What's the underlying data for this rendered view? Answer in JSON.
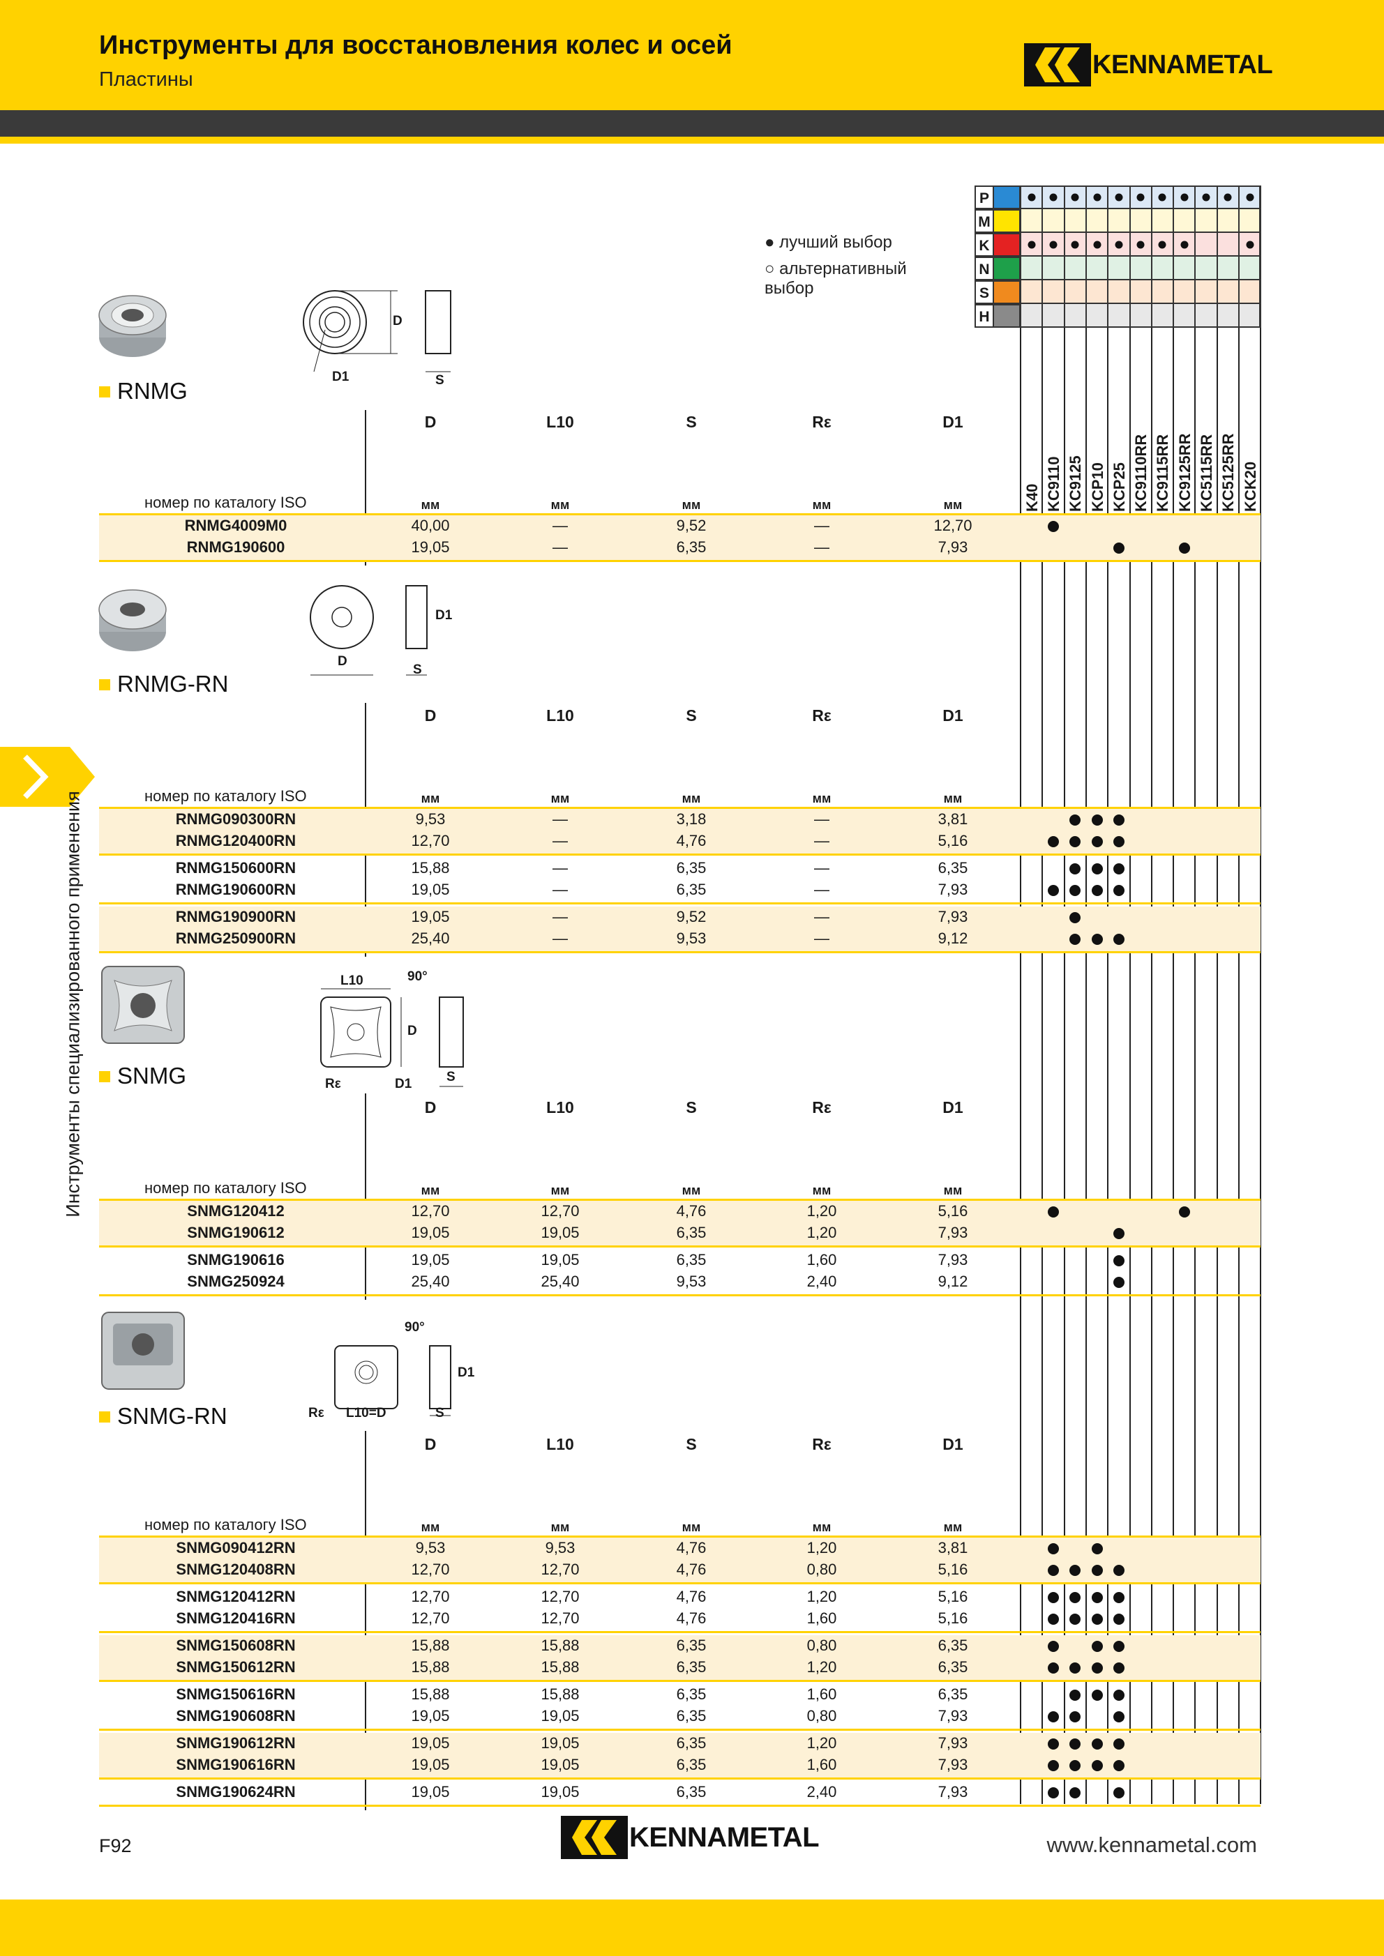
{
  "header": {
    "title": "Инструменты для восстановления колес и осей",
    "subtitle": "Пластины",
    "brand": "KENNAMETAL"
  },
  "side_label": "Инструменты специализированного применения",
  "legend": {
    "best_choice": "лучший выбор",
    "alternative_line1": "альтернативный",
    "alternative_line2": "выбор"
  },
  "materials": [
    {
      "code": "P",
      "color": "#2a8ad4",
      "row_color": "#dce8f5"
    },
    {
      "code": "M",
      "color": "#ffe400",
      "row_color": "#fff8d6"
    },
    {
      "code": "K",
      "color": "#e42222",
      "row_color": "#fbe0de"
    },
    {
      "code": "N",
      "color": "#1ea04a",
      "row_color": "#e0f1e4"
    },
    {
      "code": "S",
      "color": "#f08a1e",
      "row_color": "#fde6d2"
    },
    {
      "code": "H",
      "color": "#8a8a8a",
      "row_color": "#e8e8e8"
    }
  ],
  "material_marks": {
    "P": [
      0,
      1,
      2,
      3,
      4,
      5,
      6,
      7,
      8,
      9,
      10
    ],
    "M": [],
    "K": [
      0,
      1,
      2,
      3,
      4,
      5,
      6,
      7,
      10
    ],
    "N": [],
    "S": [],
    "H": []
  },
  "grades": [
    "K40",
    "KC9110",
    "KC9125",
    "KCP10",
    "KCP25",
    "KC9110RR",
    "KC9115RR",
    "KC9125RR",
    "KC5115RR",
    "KC5125RR",
    "KCK20"
  ],
  "columns": [
    "D",
    "L10",
    "S",
    "Rε",
    "D1"
  ],
  "unit": "мм",
  "iso_label": "номер по каталогу ISO",
  "sections": [
    {
      "name": "RNMG",
      "rows": [
        {
          "iso": "RNMG4009M0",
          "D": "40,00",
          "L10": "—",
          "S": "9,52",
          "R": "—",
          "D1": "12,70",
          "marks": [
            1
          ]
        },
        {
          "iso": "RNMG190600",
          "D": "19,05",
          "L10": "—",
          "S": "6,35",
          "R": "—",
          "D1": "7,93",
          "marks": [
            4,
            7
          ]
        }
      ]
    },
    {
      "name": "RNMG-RN",
      "rows": [
        {
          "iso": "RNMG090300RN",
          "D": "9,53",
          "L10": "—",
          "S": "3,18",
          "R": "—",
          "D1": "3,81",
          "marks": [
            2,
            3,
            4
          ]
        },
        {
          "iso": "RNMG120400RN",
          "D": "12,70",
          "L10": "—",
          "S": "4,76",
          "R": "—",
          "D1": "5,16",
          "marks": [
            1,
            2,
            3,
            4
          ]
        },
        {
          "iso": "RNMG150600RN",
          "D": "15,88",
          "L10": "—",
          "S": "6,35",
          "R": "—",
          "D1": "6,35",
          "marks": [
            2,
            3,
            4
          ]
        },
        {
          "iso": "RNMG190600RN",
          "D": "19,05",
          "L10": "—",
          "S": "6,35",
          "R": "—",
          "D1": "7,93",
          "marks": [
            1,
            2,
            3,
            4
          ]
        },
        {
          "iso": "RNMG190900RN",
          "D": "19,05",
          "L10": "—",
          "S": "9,52",
          "R": "—",
          "D1": "7,93",
          "marks": [
            2
          ]
        },
        {
          "iso": "RNMG250900RN",
          "D": "25,40",
          "L10": "—",
          "S": "9,53",
          "R": "—",
          "D1": "9,12",
          "marks": [
            2,
            3,
            4
          ]
        }
      ]
    },
    {
      "name": "SNMG",
      "rows": [
        {
          "iso": "SNMG120412",
          "D": "12,70",
          "L10": "12,70",
          "S": "4,76",
          "R": "1,20",
          "D1": "5,16",
          "marks": [
            1,
            7
          ]
        },
        {
          "iso": "SNMG190612",
          "D": "19,05",
          "L10": "19,05",
          "S": "6,35",
          "R": "1,20",
          "D1": "7,93",
          "marks": [
            4
          ]
        },
        {
          "iso": "SNMG190616",
          "D": "19,05",
          "L10": "19,05",
          "S": "6,35",
          "R": "1,60",
          "D1": "7,93",
          "marks": [
            4
          ]
        },
        {
          "iso": "SNMG250924",
          "D": "25,40",
          "L10": "25,40",
          "S": "9,53",
          "R": "2,40",
          "D1": "9,12",
          "marks": [
            4
          ]
        }
      ]
    },
    {
      "name": "SNMG-RN",
      "rows": [
        {
          "iso": "SNMG090412RN",
          "D": "9,53",
          "L10": "9,53",
          "S": "4,76",
          "R": "1,20",
          "D1": "3,81",
          "marks": [
            1,
            3
          ]
        },
        {
          "iso": "SNMG120408RN",
          "D": "12,70",
          "L10": "12,70",
          "S": "4,76",
          "R": "0,80",
          "D1": "5,16",
          "marks": [
            1,
            2,
            3,
            4
          ]
        },
        {
          "iso": "SNMG120412RN",
          "D": "12,70",
          "L10": "12,70",
          "S": "4,76",
          "R": "1,20",
          "D1": "5,16",
          "marks": [
            1,
            2,
            3,
            4
          ]
        },
        {
          "iso": "SNMG120416RN",
          "D": "12,70",
          "L10": "12,70",
          "S": "4,76",
          "R": "1,60",
          "D1": "5,16",
          "marks": [
            1,
            2,
            3,
            4
          ]
        },
        {
          "iso": "SNMG150608RN",
          "D": "15,88",
          "L10": "15,88",
          "S": "6,35",
          "R": "0,80",
          "D1": "6,35",
          "marks": [
            1,
            3,
            4
          ]
        },
        {
          "iso": "SNMG150612RN",
          "D": "15,88",
          "L10": "15,88",
          "S": "6,35",
          "R": "1,20",
          "D1": "6,35",
          "marks": [
            1,
            2,
            3,
            4
          ]
        },
        {
          "iso": "SNMG150616RN",
          "D": "15,88",
          "L10": "15,88",
          "S": "6,35",
          "R": "1,60",
          "D1": "6,35",
          "marks": [
            2,
            3,
            4
          ]
        },
        {
          "iso": "SNMG190608RN",
          "D": "19,05",
          "L10": "19,05",
          "S": "6,35",
          "R": "0,80",
          "D1": "7,93",
          "marks": [
            1,
            2,
            4
          ]
        },
        {
          "iso": "SNMG190612RN",
          "D": "19,05",
          "L10": "19,05",
          "S": "6,35",
          "R": "1,20",
          "D1": "7,93",
          "marks": [
            1,
            2,
            3,
            4
          ]
        },
        {
          "iso": "SNMG190616RN",
          "D": "19,05",
          "L10": "19,05",
          "S": "6,35",
          "R": "1,60",
          "D1": "7,93",
          "marks": [
            1,
            2,
            3,
            4
          ]
        },
        {
          "iso": "SNMG190624RN",
          "D": "19,05",
          "L10": "19,05",
          "S": "6,35",
          "R": "2,40",
          "D1": "7,93",
          "marks": [
            1,
            2,
            4
          ]
        }
      ]
    }
  ],
  "drawing_labels": {
    "D": "D",
    "D1": "D1",
    "S": "S",
    "L10": "L10",
    "angle": "90°",
    "R": "Rε",
    "L10eqD": "L10=D"
  },
  "footer": {
    "page": "F92",
    "website": "www.kennametal.com"
  }
}
